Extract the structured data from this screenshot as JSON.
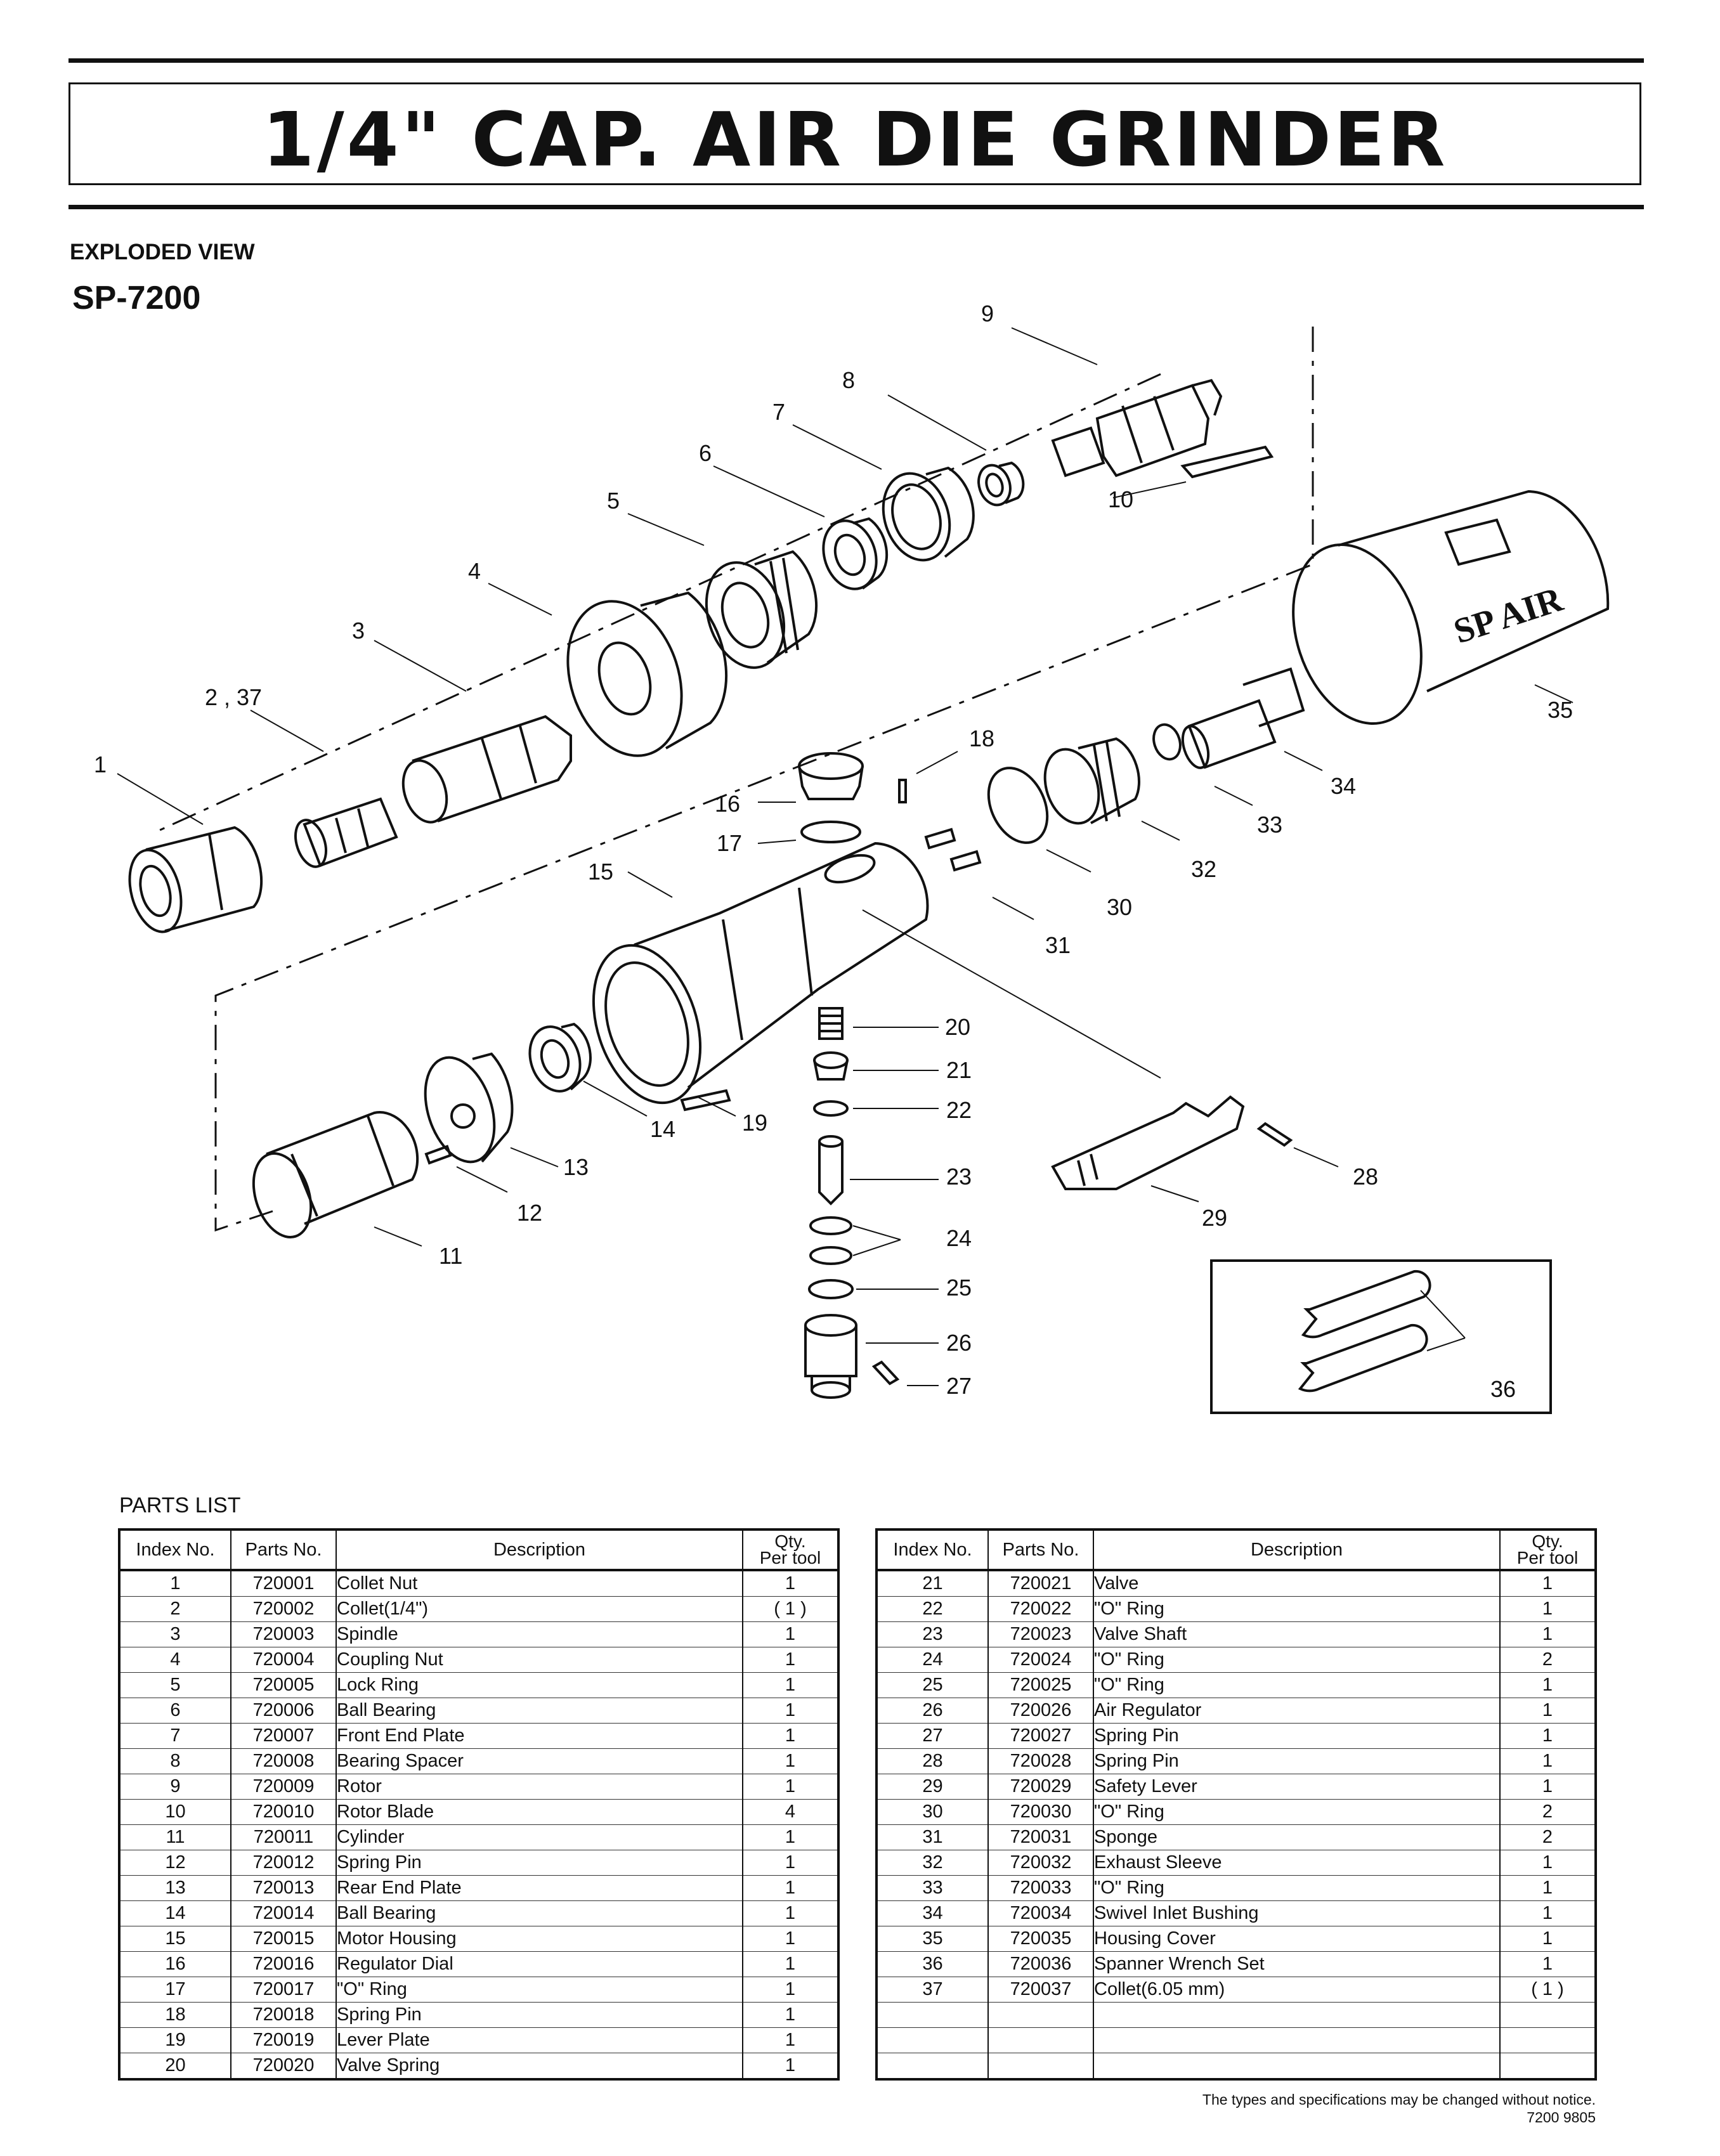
{
  "title": "1/4\" CAP. AIR DIE GRINDER",
  "section_label": "EXPLODED VIEW",
  "model": "SP-7200",
  "diagram": {
    "brand_marking": "SP AIR",
    "callouts": [
      "1",
      "2 , 37",
      "3",
      "4",
      "5",
      "6",
      "7",
      "8",
      "9",
      "10",
      "11",
      "12",
      "13",
      "14",
      "15",
      "16",
      "17",
      "18",
      "19",
      "20",
      "21",
      "22",
      "23",
      "24",
      "25",
      "26",
      "27",
      "28",
      "29",
      "30",
      "31",
      "32",
      "33",
      "34",
      "35",
      "36"
    ]
  },
  "parts_list_title": "PARTS LIST",
  "table_headers": {
    "index": "Index No.",
    "parts": "Parts No.",
    "description": "Description",
    "qty_line1": "Qty.",
    "qty_line2": "Per tool"
  },
  "parts_left": [
    {
      "index": "1",
      "part": "720001",
      "desc": "Collet Nut",
      "qty": "1"
    },
    {
      "index": "2",
      "part": "720002",
      "desc": "Collet(1/4\")",
      "qty": "( 1 )"
    },
    {
      "index": "3",
      "part": "720003",
      "desc": "Spindle",
      "qty": "1"
    },
    {
      "index": "4",
      "part": "720004",
      "desc": "Coupling Nut",
      "qty": "1"
    },
    {
      "index": "5",
      "part": "720005",
      "desc": "Lock Ring",
      "qty": "1"
    },
    {
      "index": "6",
      "part": "720006",
      "desc": "Ball Bearing",
      "qty": "1"
    },
    {
      "index": "7",
      "part": "720007",
      "desc": "Front End Plate",
      "qty": "1"
    },
    {
      "index": "8",
      "part": "720008",
      "desc": "Bearing Spacer",
      "qty": "1"
    },
    {
      "index": "9",
      "part": "720009",
      "desc": "Rotor",
      "qty": "1"
    },
    {
      "index": "10",
      "part": "720010",
      "desc": "Rotor Blade",
      "qty": "4"
    },
    {
      "index": "11",
      "part": "720011",
      "desc": "Cylinder",
      "qty": "1"
    },
    {
      "index": "12",
      "part": "720012",
      "desc": "Spring Pin",
      "qty": "1"
    },
    {
      "index": "13",
      "part": "720013",
      "desc": "Rear End Plate",
      "qty": "1"
    },
    {
      "index": "14",
      "part": "720014",
      "desc": "Ball Bearing",
      "qty": "1"
    },
    {
      "index": "15",
      "part": "720015",
      "desc": "Motor Housing",
      "qty": "1"
    },
    {
      "index": "16",
      "part": "720016",
      "desc": "Regulator Dial",
      "qty": "1"
    },
    {
      "index": "17",
      "part": "720017",
      "desc": "\"O\" Ring",
      "qty": "1"
    },
    {
      "index": "18",
      "part": "720018",
      "desc": "Spring Pin",
      "qty": "1"
    },
    {
      "index": "19",
      "part": "720019",
      "desc": "Lever Plate",
      "qty": "1"
    },
    {
      "index": "20",
      "part": "720020",
      "desc": "Valve Spring",
      "qty": "1"
    }
  ],
  "parts_right": [
    {
      "index": "21",
      "part": "720021",
      "desc": "Valve",
      "qty": "1"
    },
    {
      "index": "22",
      "part": "720022",
      "desc": "\"O\" Ring",
      "qty": "1"
    },
    {
      "index": "23",
      "part": "720023",
      "desc": "Valve Shaft",
      "qty": "1"
    },
    {
      "index": "24",
      "part": "720024",
      "desc": "\"O\" Ring",
      "qty": "2"
    },
    {
      "index": "25",
      "part": "720025",
      "desc": "\"O\" Ring",
      "qty": "1"
    },
    {
      "index": "26",
      "part": "720026",
      "desc": "Air Regulator",
      "qty": "1"
    },
    {
      "index": "27",
      "part": "720027",
      "desc": "Spring Pin",
      "qty": "1"
    },
    {
      "index": "28",
      "part": "720028",
      "desc": "Spring Pin",
      "qty": "1"
    },
    {
      "index": "29",
      "part": "720029",
      "desc": "Safety Lever",
      "qty": "1"
    },
    {
      "index": "30",
      "part": "720030",
      "desc": "\"O\" Ring",
      "qty": "2"
    },
    {
      "index": "31",
      "part": "720031",
      "desc": "Sponge",
      "qty": "2"
    },
    {
      "index": "32",
      "part": "720032",
      "desc": "Exhaust Sleeve",
      "qty": "1"
    },
    {
      "index": "33",
      "part": "720033",
      "desc": "\"O\" Ring",
      "qty": "1"
    },
    {
      "index": "34",
      "part": "720034",
      "desc": "Swivel Inlet Bushing",
      "qty": "1"
    },
    {
      "index": "35",
      "part": "720035",
      "desc": "Housing Cover",
      "qty": "1"
    },
    {
      "index": "36",
      "part": "720036",
      "desc": "Spanner Wrench Set",
      "qty": "1"
    },
    {
      "index": "37",
      "part": "720037",
      "desc": "Collet(6.05 mm)",
      "qty": "( 1 )"
    },
    {
      "index": "",
      "part": "",
      "desc": "",
      "qty": ""
    },
    {
      "index": "",
      "part": "",
      "desc": "",
      "qty": ""
    },
    {
      "index": "",
      "part": "",
      "desc": "",
      "qty": ""
    }
  ],
  "footer_notice": "The types and specifications may be changed without notice.",
  "footer_code": "7200 9805"
}
